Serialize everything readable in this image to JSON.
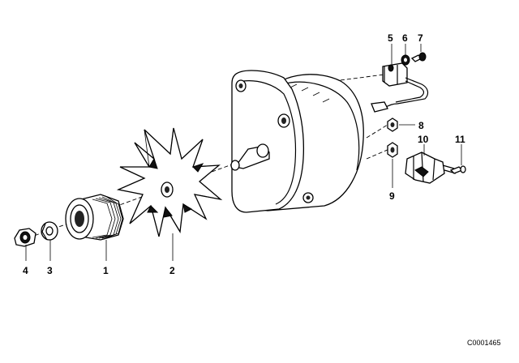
{
  "diagram": {
    "part_numbers": {
      "p1": "1",
      "p2": "2",
      "p3": "3",
      "p4": "4",
      "p5": "5",
      "p6": "6",
      "p7": "7",
      "p8": "8",
      "p9": "9",
      "p10": "10",
      "p11": "11"
    },
    "reference_code": "C0001465"
  }
}
